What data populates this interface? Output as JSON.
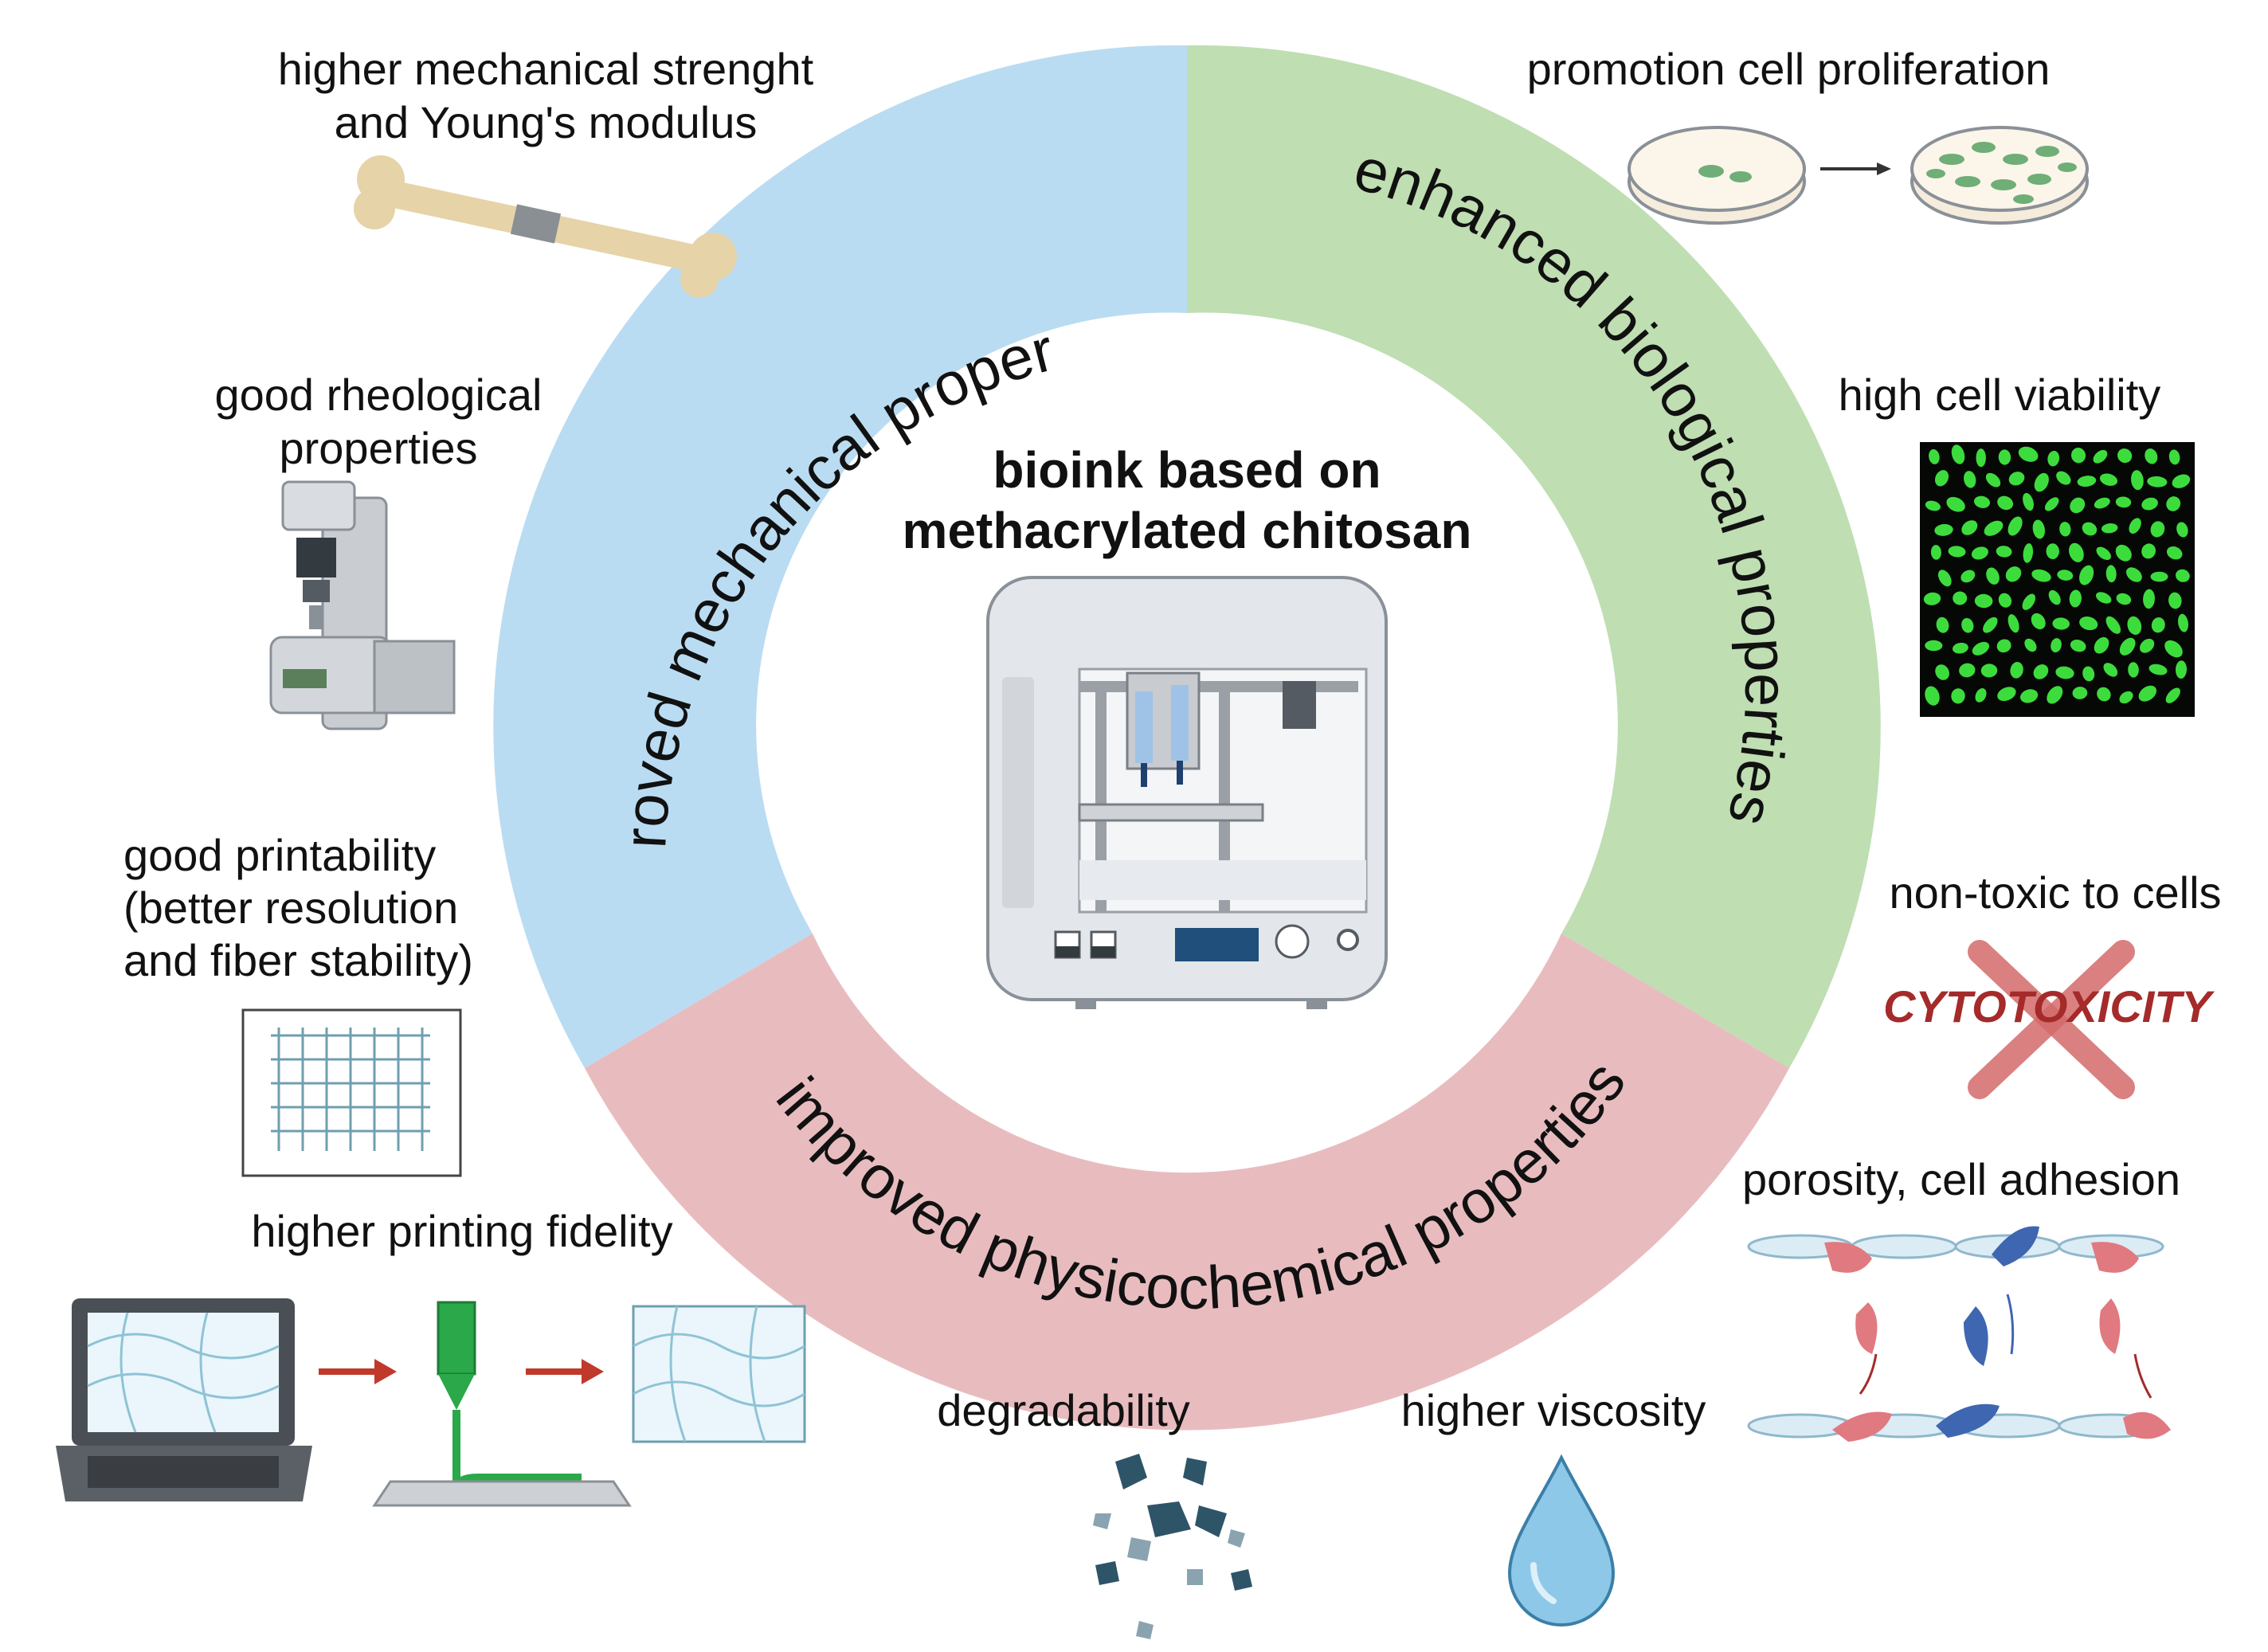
{
  "center": {
    "title_line1": "bioink based on",
    "title_line2": "methacrylated chitosan"
  },
  "ring": {
    "mechanical": {
      "label": "improved mechanical properties",
      "color": "#badcf2"
    },
    "biological": {
      "label": "enhanced biological properties",
      "color": "#bfdeb2"
    },
    "physicochemical": {
      "label": "improved physicochemical properties",
      "color": "#e8bcbf"
    }
  },
  "features": {
    "mech_strength": {
      "line1": "higher mechanical strenght",
      "line2": "and Young's modulus",
      "icon": "bone-icon"
    },
    "rheology": {
      "line1": "good rheological",
      "line2": "properties",
      "icon": "rheometer-icon"
    },
    "printability": {
      "line1": "good printability",
      "line2": "(better resolution",
      "line3": "and fiber stability)",
      "icon": "printed-grid-icon"
    },
    "fidelity": {
      "label": "higher printing fidelity",
      "icon": "printing-workflow-icon"
    },
    "proliferation": {
      "label": "promotion cell proliferation",
      "icon": "petri-dish-icon"
    },
    "viability": {
      "label": "high cell viability",
      "icon": "fluorescent-cells-icon"
    },
    "nontoxic": {
      "label": "non-toxic to cells",
      "stamp": "CYTOTOXICITY",
      "icon": "cross-icon"
    },
    "porosity": {
      "label": "porosity, cell adhesion",
      "icon": "cell-migration-icon"
    },
    "degradability": {
      "label": "degradability",
      "icon": "fragments-icon"
    },
    "viscosity": {
      "label": "higher viscosity",
      "icon": "droplet-icon"
    }
  },
  "colors": {
    "cyto_text": "#a52a2a",
    "cross": "#d46a6a",
    "cell_green": "#3ddc3d",
    "ink_green": "#2aa84a",
    "arrow_red": "#c0392b",
    "cell_red": "#e07a80",
    "cell_blue": "#3f66b0"
  }
}
